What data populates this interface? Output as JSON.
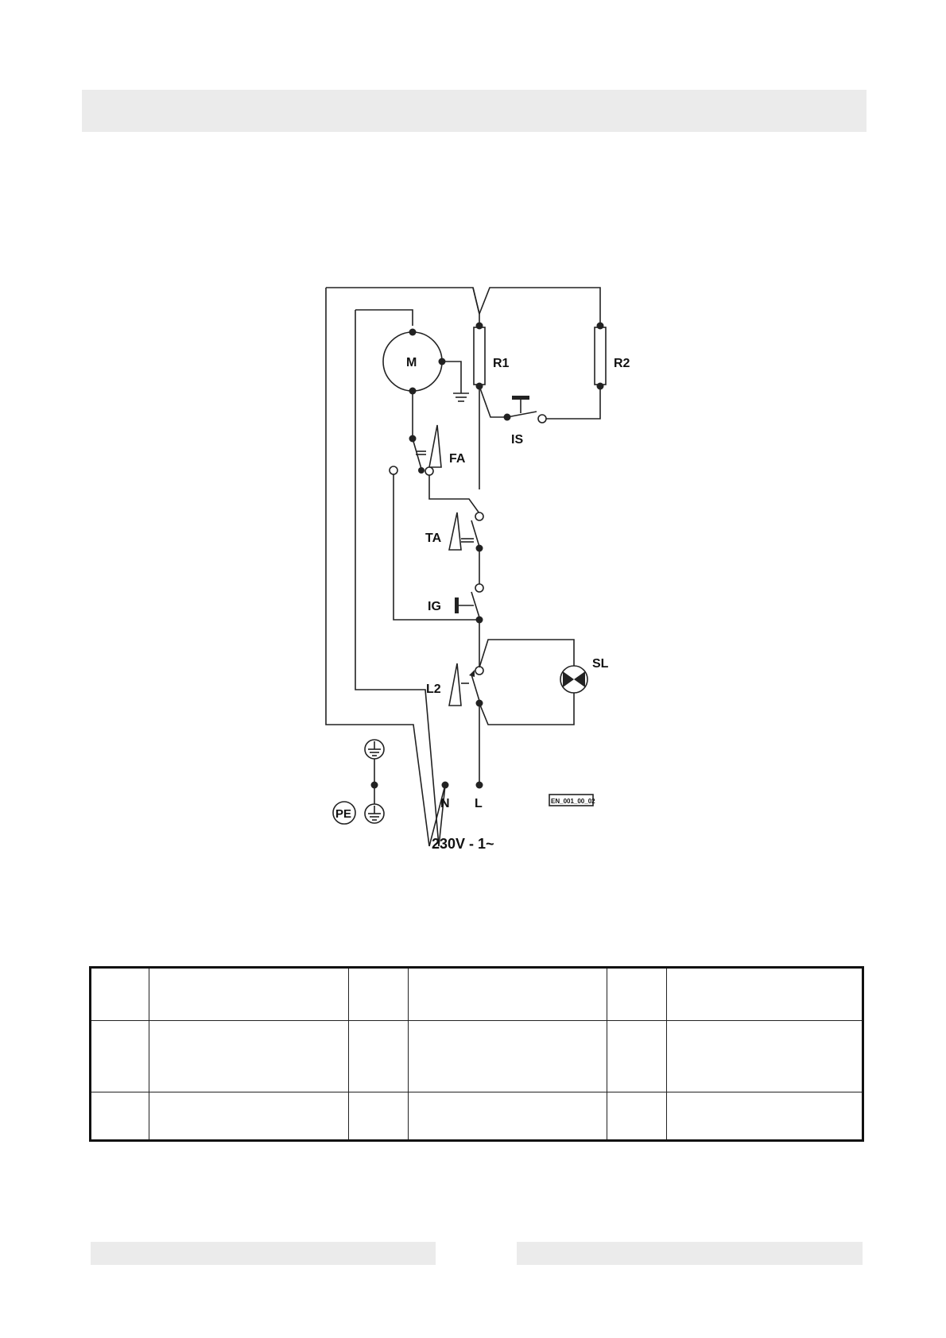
{
  "diagram": {
    "labels": {
      "motor": "M",
      "r1": "R1",
      "r2": "R2",
      "is": "IS",
      "fa": "FA",
      "ta": "TA",
      "ig": "IG",
      "l2": "L2",
      "sl": "SL",
      "neutral": "N",
      "line": "L",
      "pe": "PE",
      "voltage": "230V - 1~",
      "code": "EN_001_00_02"
    }
  },
  "legend_table": {
    "rows": [
      [
        "",
        "",
        "",
        "",
        "",
        ""
      ],
      [
        "",
        "",
        "",
        "",
        "",
        ""
      ],
      [
        "",
        "",
        "",
        "",
        "",
        ""
      ]
    ]
  }
}
